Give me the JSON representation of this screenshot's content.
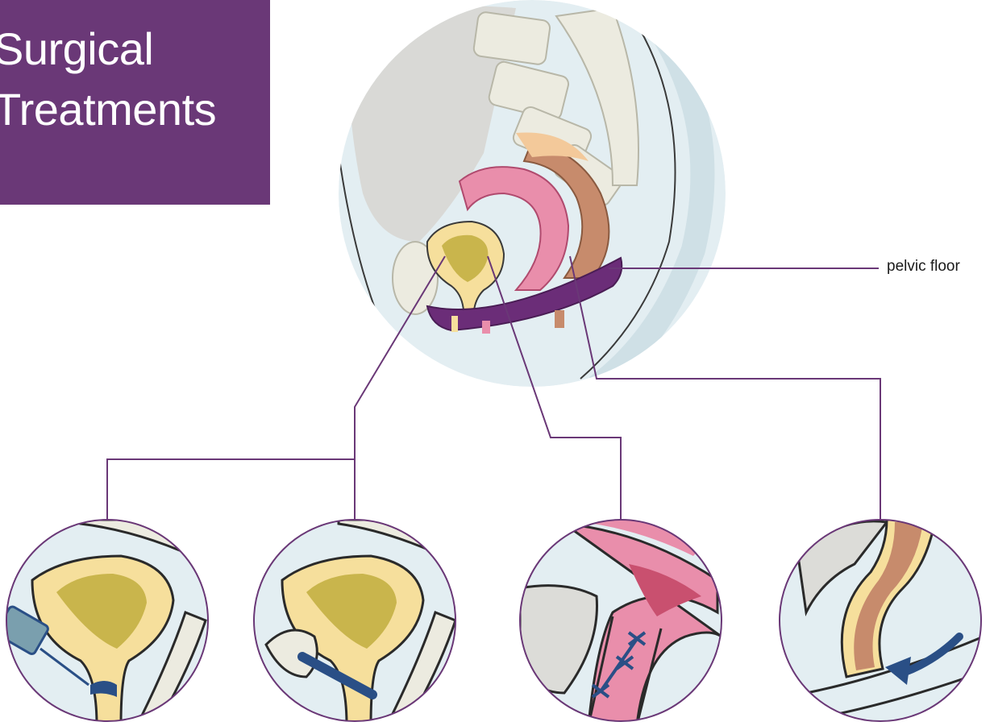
{
  "title": {
    "line1": "Surgical",
    "line2": "Treatments"
  },
  "labels": {
    "pelvic_floor": "pelvic floor"
  },
  "colors": {
    "title_background": "#6a3877",
    "connector_line": "#6a3877",
    "pelvic_floor_muscle": "#6b2d78",
    "bladder": "#f6df9c",
    "uterus": "#e98eab",
    "rectum": "#c78b6c",
    "instrument": "#2a4f86"
  },
  "detail_panels": [
    {
      "depicts": "bladder with needle injection"
    },
    {
      "depicts": "bladder with sling tape"
    },
    {
      "depicts": "vaginal wall with sutures"
    },
    {
      "depicts": "rectum with directional arrow"
    }
  ]
}
